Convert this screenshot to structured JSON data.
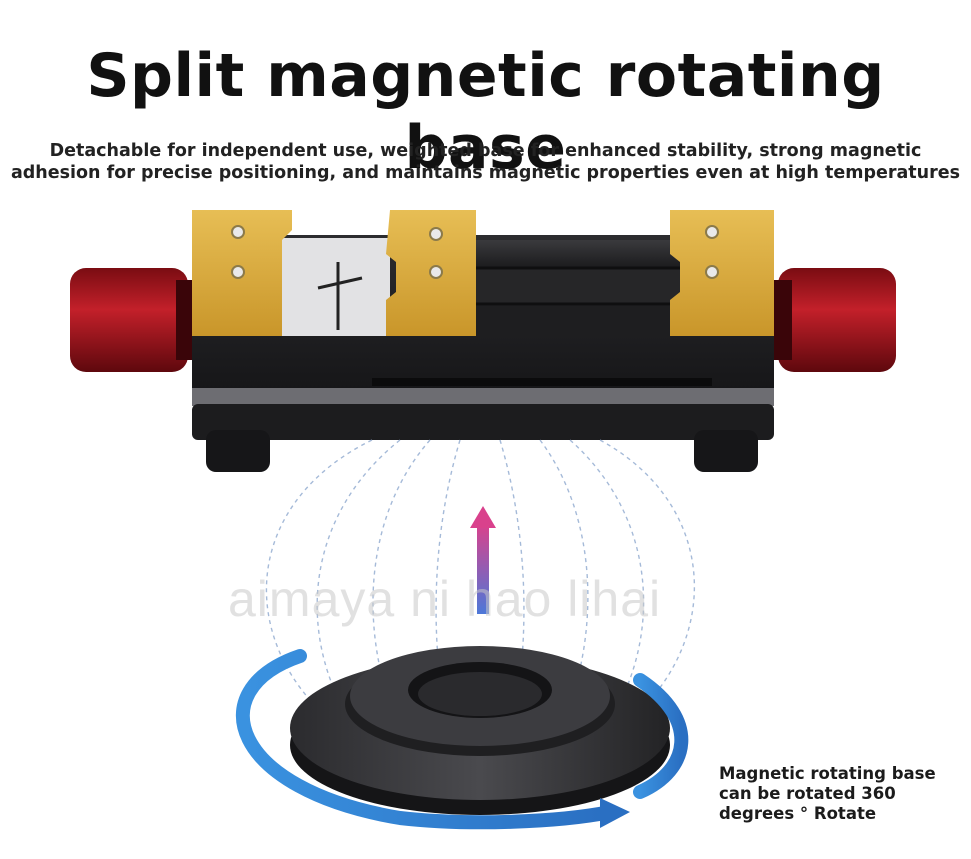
{
  "header": {
    "title": "Split magnetic rotating base",
    "subtitle_line1": "Detachable for independent use, weighted base for enhanced stability, strong magnetic",
    "subtitle_line2": "adhesion for precise positioning, and maintains magnetic properties even at high temperatures"
  },
  "watermark": "aimaya ni hao lihai",
  "caption": {
    "line1": "Magnetic rotating base",
    "line2": "can be rotated 360",
    "line3": "degrees ° Rotate"
  },
  "colors": {
    "gold": "#d9a93a",
    "knob_red": "#a3161c",
    "body_black": "#1e1e20",
    "rotation_blue": "#2f86d6",
    "arrow_pink": "#d9418c",
    "arrow_blue": "#4d78d8"
  },
  "icons": {
    "rotation": "circular-rotation-arrow-icon",
    "up_arrow": "upward-magnetic-arrow-icon"
  }
}
